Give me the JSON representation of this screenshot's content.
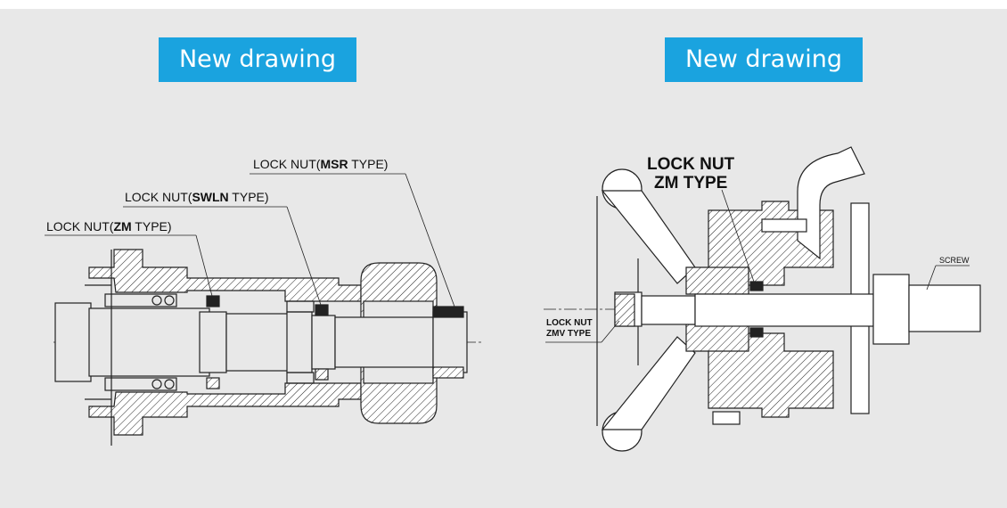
{
  "badges": {
    "left": "New drawing",
    "right": "New drawing"
  },
  "left_drawing": {
    "label_msr": {
      "prefix": "LOCK NUT(",
      "bold": "MSR",
      "suffix": " TYPE)"
    },
    "label_swln": {
      "prefix": "LOCK NUT(",
      "bold": "SWLN",
      "suffix": " TYPE)"
    },
    "label_zm": {
      "prefix": "LOCK NUT(",
      "bold": "ZM",
      "suffix": " TYPE)"
    }
  },
  "right_drawing": {
    "label_zm_line1": "LOCK NUT",
    "label_zm_line2": "ZM TYPE",
    "label_zmv_line1": "LOCK NUT",
    "label_zmv_line2": "ZMV TYPE",
    "label_screw": "SCREW"
  },
  "colors": {
    "badge": "#1aa3df",
    "panel": "#e8e8e8",
    "line": "#222222"
  }
}
